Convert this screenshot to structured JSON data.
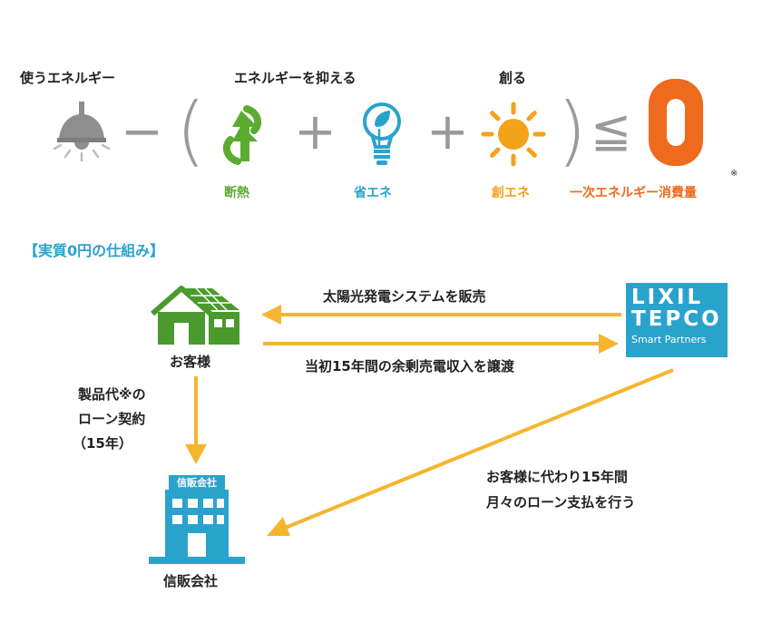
{
  "formula": {
    "use_label": "使うエネルギー",
    "suppress_label": "エネルギーを抑える",
    "create_label": "創る",
    "minus": "−",
    "open_paren": "(",
    "plus1": "+",
    "plus2": "+",
    "close_paren": ")",
    "leq": "≦",
    "zero": "0",
    "insulation_label": "断熱",
    "saving_label": "省エネ",
    "creating_label": "創エネ",
    "primary_energy_label": "一次エネルギー消費量",
    "note_mark": "※"
  },
  "mechanism": {
    "section_title": "【実質0円の仕組み】",
    "customer_label": "お客様",
    "provider_line1": "LIXIL",
    "provider_line2": "TEPCO",
    "provider_line3": "Smart Partners",
    "sell_system": "太陽光発電システムを販売",
    "transfer_income": "当初15年間の余剰売電収入を譲渡",
    "loan_line1": "製品代※の",
    "loan_line2": "ローン契約",
    "loan_line3": "（15年）",
    "pay_line1": "お客様に代わり15年間",
    "pay_line2": "月々のローン支払を行う",
    "credit_sign": "信販会社",
    "credit_label": "信販会社"
  },
  "colors": {
    "green": "#5bab2f",
    "blue": "#2aa3cc",
    "orange": "#f5a21b",
    "accent_orange": "#ee6a1c",
    "gray": "#9a9a9a",
    "arrow": "#f5b52f",
    "house_green": "#4a9a2e"
  },
  "icons": [
    "lamp-icon",
    "recycle-arrows-icon",
    "leaf-bulb-icon",
    "sun-icon",
    "house-solar-icon",
    "building-icon"
  ]
}
